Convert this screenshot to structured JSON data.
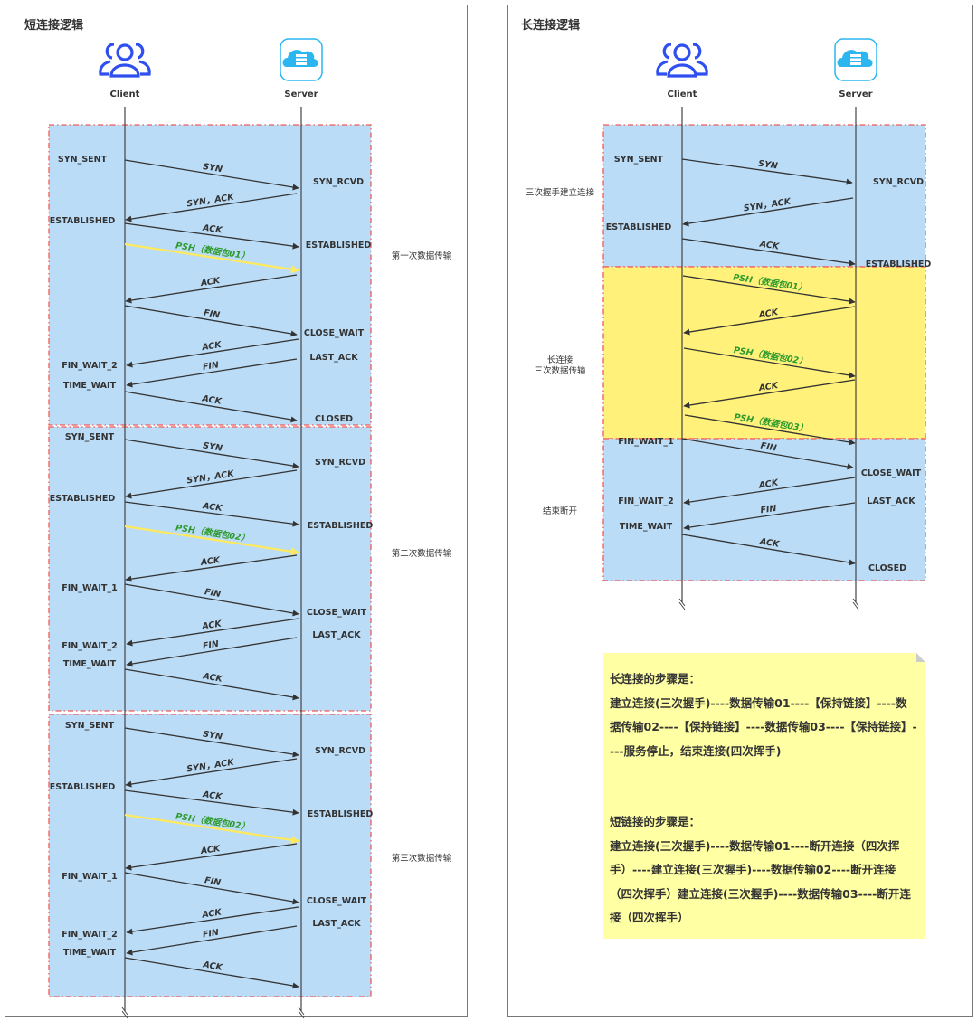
{
  "left_panel": {
    "title": "短连接逻辑",
    "client_label": "Client",
    "server_label": "Server",
    "blocks": [
      {
        "side_label": "第一次数据传输",
        "client_states": [
          "SYN_SENT",
          "ESTABLISHED",
          "FIN_WAIT_2",
          "TIME_WAIT"
        ],
        "server_states": [
          "SYN_RCVD",
          "ESTABLISHED",
          "CLOSE_WAIT",
          "LAST_ACK",
          "CLOSED"
        ],
        "messages": [
          "SYN",
          "SYN，ACK",
          "ACK",
          "PSH（数据包01）",
          "ACK",
          "FIN",
          "ACK",
          "FIN",
          "ACK"
        ]
      },
      {
        "side_label": "第二次数据传输",
        "client_states": [
          "SYN_SENT",
          "ESTABLISHED",
          "FIN_WAIT_1",
          "FIN_WAIT_2",
          "TIME_WAIT"
        ],
        "server_states": [
          "SYN_RCVD",
          "ESTABLISHED",
          "CLOSE_WAIT",
          "LAST_ACK"
        ],
        "messages": [
          "SYN",
          "SYN，ACK",
          "ACK",
          "PSH（数据包02）",
          "ACK",
          "FIN",
          "ACK",
          "FIN",
          "ACK"
        ]
      },
      {
        "side_label": "第三次数据传输",
        "client_states": [
          "SYN_SENT",
          "ESTABLISHED",
          "FIN_WAIT_1",
          "FIN_WAIT_2",
          "TIME_WAIT"
        ],
        "server_states": [
          "SYN_RCVD",
          "ESTABLISHED",
          "CLOSE_WAIT",
          "LAST_ACK"
        ],
        "messages": [
          "SYN",
          "SYN，ACK",
          "ACK",
          "PSH（数据包02）",
          "ACK",
          "FIN",
          "ACK",
          "FIN",
          "ACK"
        ]
      }
    ]
  },
  "right_panel": {
    "title": "长连接逻辑",
    "client_label": "Client",
    "server_label": "Server",
    "side_labels": [
      "三次握手建立连接",
      "长连接",
      "三次数据传输",
      "结束断开"
    ],
    "client_states": [
      "SYN_SENT",
      "ESTABLISHED",
      "FIN_WAIT_1",
      "FIN_WAIT_2",
      "TIME_WAIT"
    ],
    "server_states": [
      "SYN_RCVD",
      "ESTABLISHED",
      "CLOSE_WAIT",
      "LAST_ACK",
      "CLOSED"
    ],
    "messages": [
      "SYN",
      "SYN，ACK",
      "ACK",
      "PSH（数据包01）",
      "ACK",
      "PSH（数据包02）",
      "ACK",
      "PSH（数据包03）",
      "FIN",
      "ACK",
      "FIN",
      "ACK"
    ]
  },
  "note": {
    "long_title": "长连接的步骤是：",
    "long_text": "建立连接(三次握手)----数据传输01----【保持链接】----数据传输02----【保持链接】----数据传输03----【保持链接】----服务停止，结束连接(四次挥手)",
    "short_title": "短链接的步骤是：",
    "short_text": "建立连接(三次握手)----数据传输01----断开连接（四次挥手）----建立连接(三次握手)----数据传输02----断开连接（四次挥手）建立连接(三次握手)----数据传输03----断开连接（四次挥手）"
  },
  "colors": {
    "block_blue": "#bbdcf6",
    "block_yellow": "#fff17a",
    "dash_red": "#f05a5a",
    "psh_green": "#2e9a2e",
    "psh_arrow_yellow": "#ffe95c",
    "client_icon": "#2f4ff0",
    "server_icon": "#2bb6f0",
    "note_bg": "#ffffa3"
  }
}
